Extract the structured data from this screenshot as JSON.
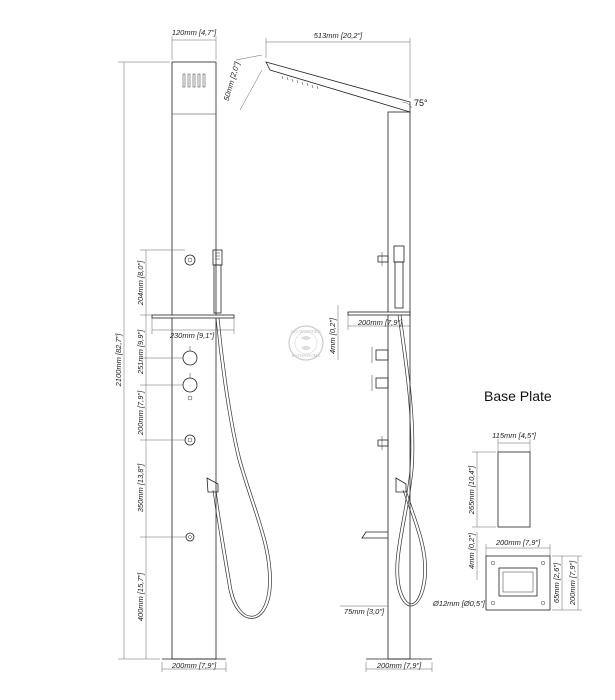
{
  "dims": {
    "front_width_top": "120mm [4,7\"]",
    "total_height": "2100mm [82,7\"]",
    "seg_204": "204mm [8,0\"]",
    "seg_251": "251mm [9,9\"]",
    "seg_200": "200mm [7,9\"]",
    "seg_350": "350mm [13,8\"]",
    "seg_400": "400mm [15,7\"]",
    "shelf_width": "230mm [9,1\"]",
    "base_front": "200mm [7,9\"]",
    "head_length": "513mm [20,2\"]",
    "head_thickness": "50mm [2,0\"]",
    "angle": "75°",
    "shelf_depth": "200mm [7,9\"]",
    "shelf_thickness": "4mm [0,2\"]",
    "spout_length": "75mm [3,0\"]",
    "hose_diameter": "Ø12mm [Ø0,5\"]",
    "base_side": "200mm [7,9\"]"
  },
  "base_plate": {
    "title": "Base Plate",
    "width": "115mm [4,5\"]",
    "height": "265mm [10,4\"]",
    "plate_thickness": "4mm [0,2\"]",
    "plate_width": "200mm [7,9\"]",
    "plate_height": "65mm [2,6\"]",
    "plate_depth": "200mm [7,9\"]"
  },
  "watermark": {
    "top_text": "NO WORRIES",
    "bottom_text": "BATHROOMS"
  }
}
